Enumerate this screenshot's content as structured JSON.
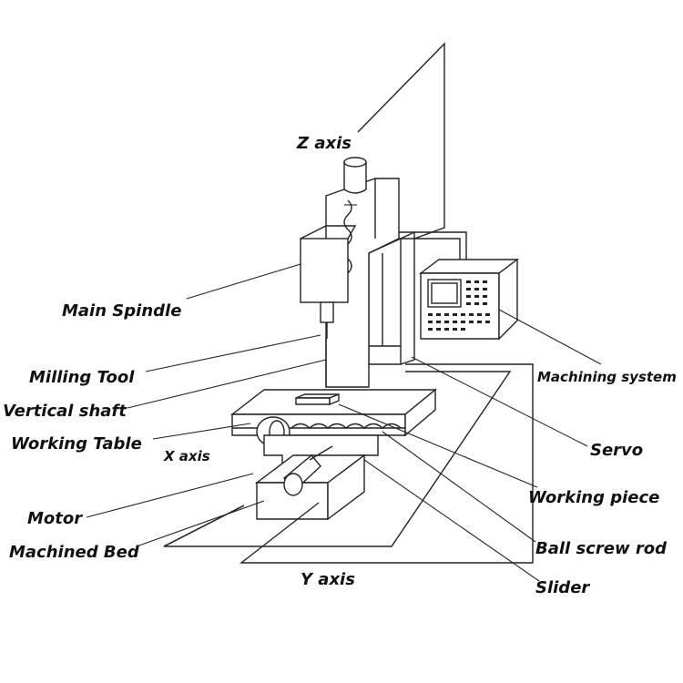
{
  "labels": {
    "z_axis": "Z axis",
    "main_spindle": "Main Spindle",
    "milling_tool": "Milling Tool",
    "vertical_shaft": "Vertical shaft",
    "working_table": "Working Table",
    "x_axis": "X axis",
    "motor": "Motor",
    "machined_bed": "Machined Bed",
    "y_axis": "Y axis",
    "machining_system": "Machining system",
    "servo": "Servo",
    "working_piece": "Working piece",
    "ball_screw_rod": "Ball screw rod",
    "slider": "Slider"
  },
  "colors": {
    "ink": "#222222",
    "background": "#ffffff"
  }
}
